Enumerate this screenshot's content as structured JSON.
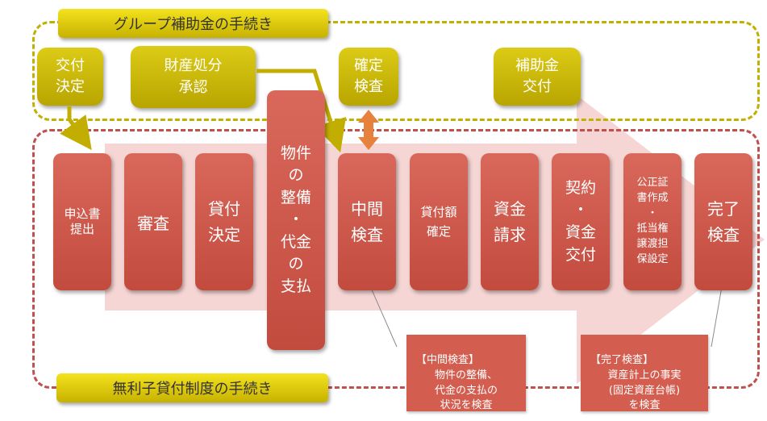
{
  "group_section": {
    "title": "グループ補助金の手続き",
    "steps": [
      {
        "label": "交付\n決定"
      },
      {
        "label": "財産処分\n承認"
      },
      {
        "label": "確定\n検査"
      },
      {
        "label": "補助金\n交付"
      }
    ]
  },
  "loan_section": {
    "title": "無利子貸付制度の手続き",
    "steps": [
      {
        "label": "申込書\n提出"
      },
      {
        "label": "審査"
      },
      {
        "label": "貸付\n決定"
      },
      {
        "label": "物件\nの\n整備\n・\n代金\nの\n支払"
      },
      {
        "label": "中間\n検査"
      },
      {
        "label": "貸付額\n確定"
      },
      {
        "label": "資金\n請求"
      },
      {
        "label": "契約\n・\n資金\n交付"
      },
      {
        "label": "公正証\n書作成\n・\n抵当権\n譲渡担\n保設定"
      },
      {
        "label": "完了\n検査"
      }
    ]
  },
  "notes": {
    "interim": {
      "heading": "【中間検査】",
      "body": "物件の整備、\n代金の支払の\n状況を検査"
    },
    "final": {
      "heading": "【完了検査】",
      "body": "資産計上の事実\n(固定資産台帳)\nを検査"
    }
  },
  "colors": {
    "gold": "#c9b400",
    "red": "#c0504d",
    "arrow": "#f2c8c6"
  }
}
